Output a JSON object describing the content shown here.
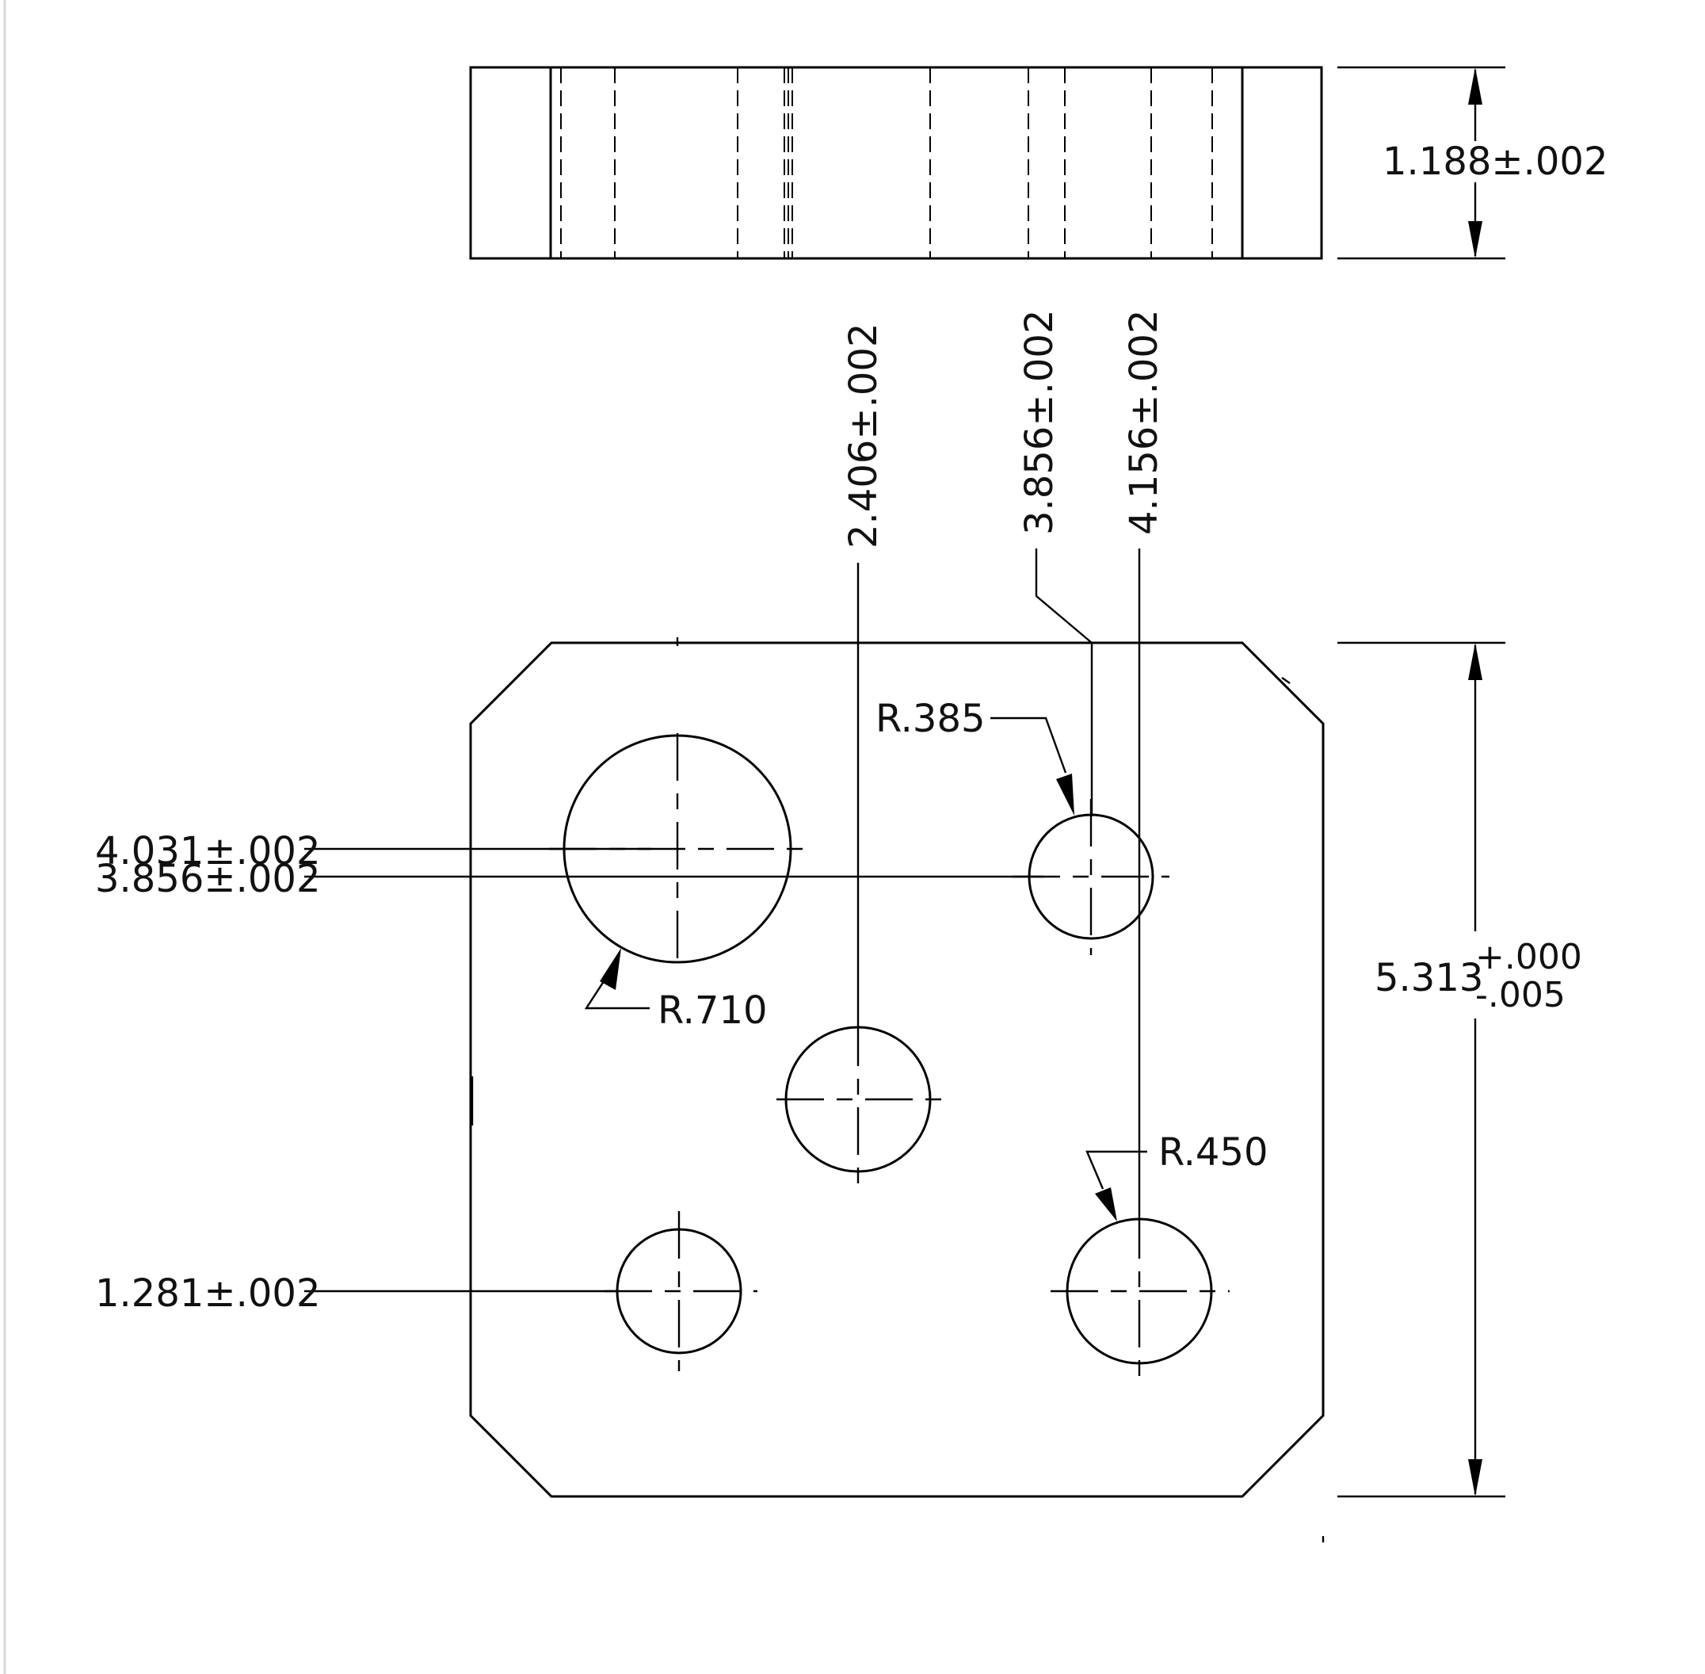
{
  "dimensions": {
    "thickness": "1.188±.002",
    "hole_x_center": "2.406±.002",
    "hole_x_right_upper": "3.856±.002",
    "hole_x_right_lower": "4.156±.002",
    "hole_y_upper_left": "4.031±.002",
    "hole_y_upper_right": "3.856±.002",
    "hole_y_lower": "1.281±.002",
    "height_nominal": "5.313",
    "height_tol_plus": "+.000",
    "height_tol_minus": "-.005"
  },
  "radii": {
    "large_hole": "R.710",
    "small_hole": "R.385",
    "lower_right_hole": "R.450"
  }
}
